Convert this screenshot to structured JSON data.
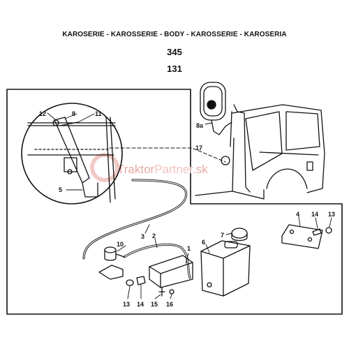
{
  "header": {
    "title": "KAROSERIE - KAROSSERIE - BODY - KAROSSERIE - KAROSERIA",
    "page_number": "345",
    "group_number": "131"
  },
  "watermark": {
    "part1": "Traktor",
    "part2": "Partner",
    "part3": ".sk",
    "color": "#e8a9a4"
  },
  "callouts": {
    "c12": "12",
    "c8": "8",
    "c11": "11",
    "c5": "5",
    "c8a": "8a",
    "c17": "17",
    "c3": "3",
    "c2": "2",
    "c10": "10",
    "c6": "6",
    "c7": "7",
    "c1": "1",
    "c4": "4",
    "c14a": "14",
    "c13a": "13",
    "c13b": "13",
    "c14b": "14",
    "c15": "15",
    "c16": "16"
  }
}
